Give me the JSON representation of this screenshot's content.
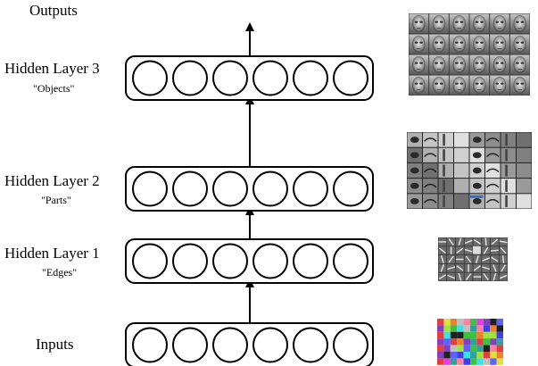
{
  "labels": {
    "outputs": "Outputs",
    "inputs": "Inputs"
  },
  "layers": [
    {
      "name": "Hidden Layer 3",
      "feature": "\"Objects\""
    },
    {
      "name": "Hidden Layer 2",
      "feature": "\"Parts\""
    },
    {
      "name": "Hidden Layer 1",
      "feature": "\"Edges\""
    }
  ],
  "neurons_per_layer": 6,
  "colors": {
    "stroke": "#000000",
    "background": "#ffffff"
  },
  "pixel_palette": [
    "#e04040",
    "#40c040",
    "#4040e0",
    "#e0e040",
    "#e040e0",
    "#40e0e0",
    "#f08030",
    "#8040c0",
    "#30a0a0",
    "#c0c0c0",
    "#202020",
    "#a0e040",
    "#ff80a0",
    "#6060ff"
  ]
}
